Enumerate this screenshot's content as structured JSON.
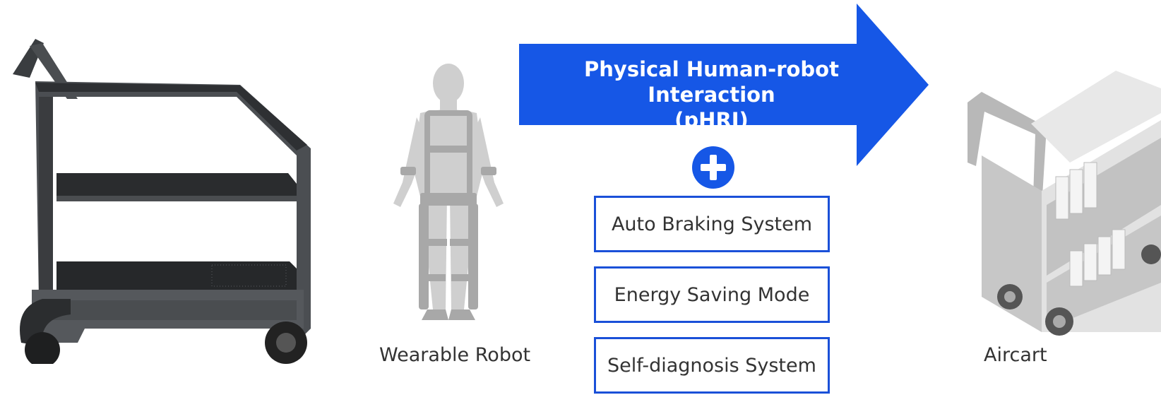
{
  "arrow": {
    "line1": "Physical Human-robot Interaction",
    "line2": "(pHRI)",
    "color": "#1657e6"
  },
  "plus": {
    "icon": "plus-circle-icon",
    "color": "#1657e6"
  },
  "features": [
    "Auto Braking System",
    "Energy Saving Mode",
    "Self-diagnosis System"
  ],
  "captions": {
    "wearable_robot": "Wearable Robot",
    "aircart": "Aircart"
  },
  "images": {
    "left_cart": "service-cart-illustration",
    "wearable": "exoskeleton-figure-illustration",
    "right_cart": "book-cart-illustration"
  }
}
